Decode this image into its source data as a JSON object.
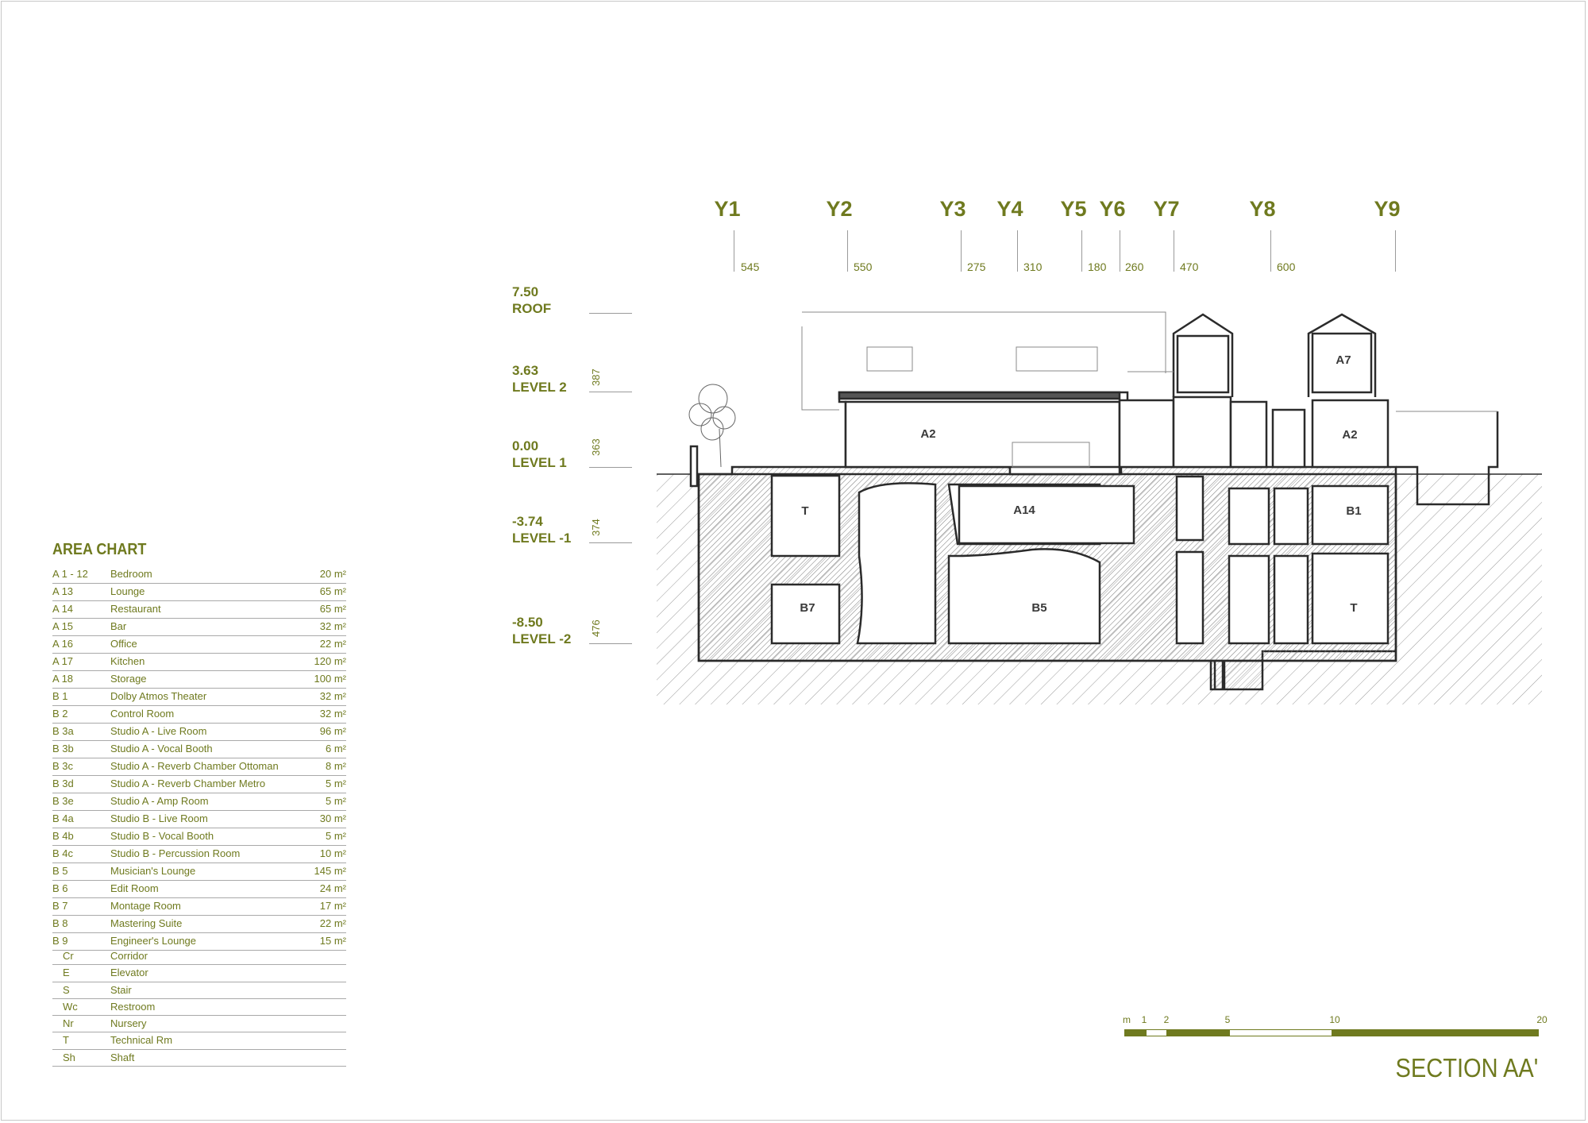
{
  "axes": [
    {
      "label": "Y1",
      "dim": "545"
    },
    {
      "label": "Y2",
      "dim": "550"
    },
    {
      "label": "Y3",
      "dim": "275"
    },
    {
      "label": "Y4",
      "dim": "310"
    },
    {
      "label": "Y5",
      "dim": "180"
    },
    {
      "label": "Y6",
      "dim": "260"
    },
    {
      "label": "Y7",
      "dim": "470"
    },
    {
      "label": "Y8",
      "dim": "600"
    },
    {
      "label": "Y9",
      "dim": ""
    }
  ],
  "levels": [
    {
      "elevation": "7.50",
      "name": "ROOF",
      "height": ""
    },
    {
      "elevation": "3.63",
      "name": "LEVEL 2",
      "height": "387"
    },
    {
      "elevation": "0.00",
      "name": "LEVEL 1",
      "height": "363"
    },
    {
      "elevation": "-3.74",
      "name": "LEVEL -1",
      "height": "374"
    },
    {
      "elevation": "-8.50",
      "name": "LEVEL -2",
      "height": "476"
    }
  ],
  "rooms": {
    "a7": "A7",
    "a2_top": "A2",
    "a2_right": "A2",
    "a14": "A14",
    "b1": "B1",
    "t_left": "T",
    "t_right": "T",
    "b7": "B7",
    "b5": "B5"
  },
  "area_chart": {
    "title": "AREA CHART",
    "rows": [
      {
        "code": "A 1 - 12",
        "name": "Bedroom",
        "area": "20 m²"
      },
      {
        "code": "A 13",
        "name": "Lounge",
        "area": "65 m²"
      },
      {
        "code": "A 14",
        "name": "Restaurant",
        "area": "65 m²"
      },
      {
        "code": "A 15",
        "name": "Bar",
        "area": "32 m²"
      },
      {
        "code": "A 16",
        "name": "Office",
        "area": "22 m²"
      },
      {
        "code": "A 17",
        "name": "Kitchen",
        "area": "120 m²"
      },
      {
        "code": "A 18",
        "name": "Storage",
        "area": "100 m²"
      },
      {
        "code": "B 1",
        "name": "Dolby Atmos Theater",
        "area": "32 m²"
      },
      {
        "code": "B 2",
        "name": "Control Room",
        "area": "32 m²"
      },
      {
        "code": "B 3a",
        "name": "Studio A - Live Room",
        "area": "96 m²"
      },
      {
        "code": "B 3b",
        "name": "Studio A - Vocal Booth",
        "area": "6 m²"
      },
      {
        "code": "B 3c",
        "name": "Studio A - Reverb Chamber Ottoman",
        "area": "8 m²"
      },
      {
        "code": "B 3d",
        "name": "Studio A - Reverb Chamber Metro",
        "area": "5 m²"
      },
      {
        "code": "B 3e",
        "name": "Studio A - Amp Room",
        "area": "5 m²"
      },
      {
        "code": "B 4a",
        "name": "Studio B - Live Room",
        "area": "30 m²"
      },
      {
        "code": "B 4b",
        "name": "Studio B - Vocal Booth",
        "area": "5 m²"
      },
      {
        "code": "B 4c",
        "name": "Studio B - Percussion Room",
        "area": "10 m²"
      },
      {
        "code": "B 5",
        "name": "Musician's Lounge",
        "area": "145 m²"
      },
      {
        "code": "B 6",
        "name": "Edit Room",
        "area": "24 m²"
      },
      {
        "code": "B 7",
        "name": "Montage Room",
        "area": "17 m²"
      },
      {
        "code": "B 8",
        "name": "Mastering Suite",
        "area": "22 m²"
      },
      {
        "code": "B 9",
        "name": "Engineer's Lounge",
        "area": "15 m²"
      }
    ],
    "abbreviations": [
      {
        "code": "Cr",
        "name": "Corridor"
      },
      {
        "code": "E",
        "name": "Elevator"
      },
      {
        "code": "S",
        "name": "Stair"
      },
      {
        "code": "Wc",
        "name": "Restroom"
      },
      {
        "code": "Nr",
        "name": "Nursery"
      },
      {
        "code": "T",
        "name": "Technical Rm"
      },
      {
        "code": "Sh",
        "name": "Shaft"
      }
    ]
  },
  "scale_bar": {
    "unit": "m",
    "ticks": [
      "1",
      "2",
      "5",
      "10",
      "20"
    ]
  },
  "title": "SECTION AA'",
  "colors": {
    "accent": "#6f7a1f",
    "line": "#2b2b2b",
    "hatch": "#9a9a9a"
  }
}
